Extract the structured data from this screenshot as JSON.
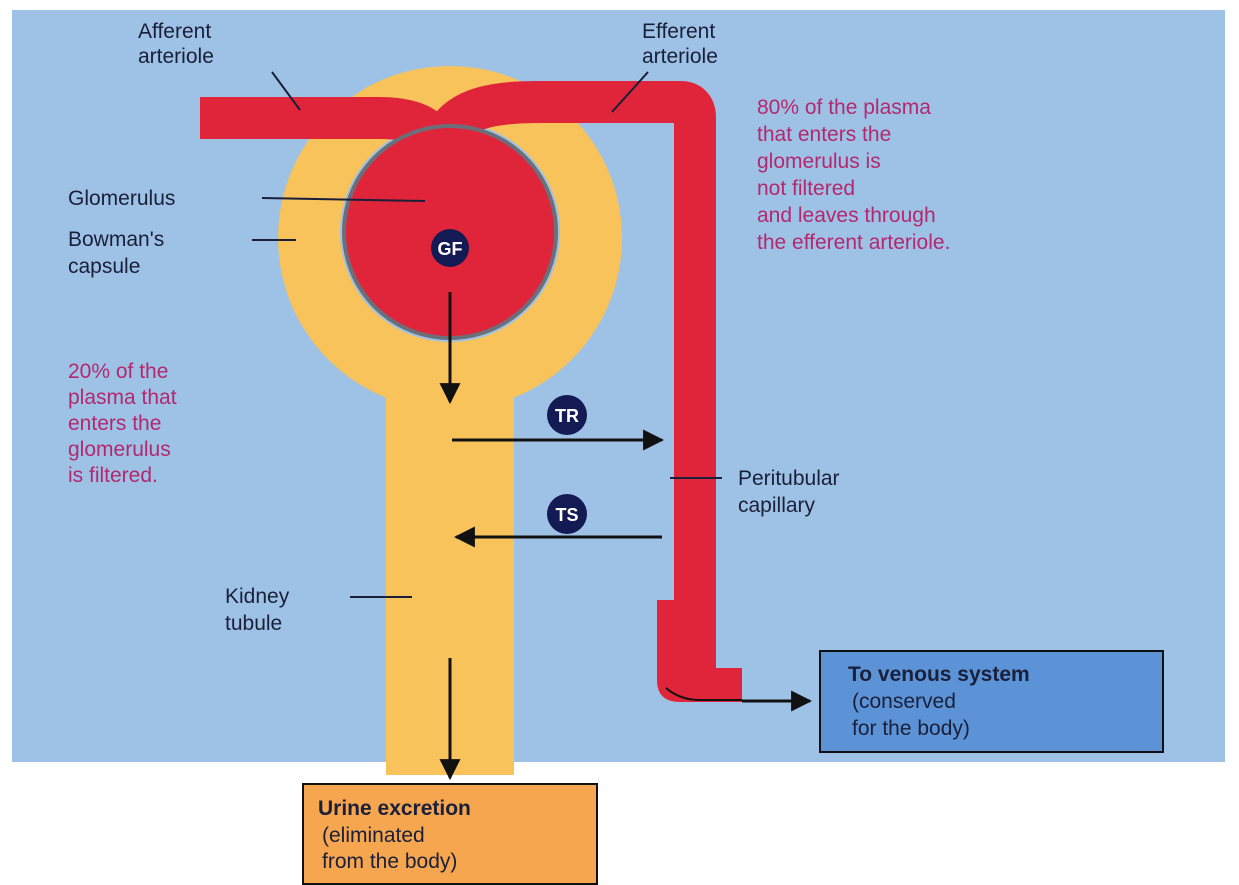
{
  "labels": {
    "afferent": [
      "Afferent",
      "arteriole"
    ],
    "efferent": [
      "Efferent",
      "arteriole"
    ],
    "glomerulus": "Glomerulus",
    "bowmans": [
      "Bowman's",
      "capsule"
    ],
    "peritubular": [
      "Peritubular",
      "capillary"
    ],
    "tubule": [
      "Kidney",
      "tubule"
    ]
  },
  "notes": {
    "not_filtered": [
      "80% of the plasma",
      "that enters the",
      "glomerulus is",
      "not filtered",
      "and leaves through",
      "the efferent arteriole."
    ],
    "filtered": [
      "20% of the",
      "plasma that",
      "enters the",
      "glomerulus",
      "is filtered."
    ]
  },
  "badges": {
    "gf": "GF",
    "tr": "TR",
    "ts": "TS"
  },
  "boxes": {
    "venous": {
      "title": "To venous system",
      "lines": [
        "(conserved",
        "for the body)"
      ]
    },
    "urine": {
      "title": "Urine excretion",
      "lines": [
        "(eliminated",
        "from the body)"
      ]
    }
  },
  "colors": {
    "background": "#9ec2e6",
    "vessel": "#e0253a",
    "tubule": "#f7c35a",
    "badge": "#141a54",
    "note": "#b3286f",
    "venous_box": "#5b93d6",
    "urine_box": "#f5a64e"
  }
}
